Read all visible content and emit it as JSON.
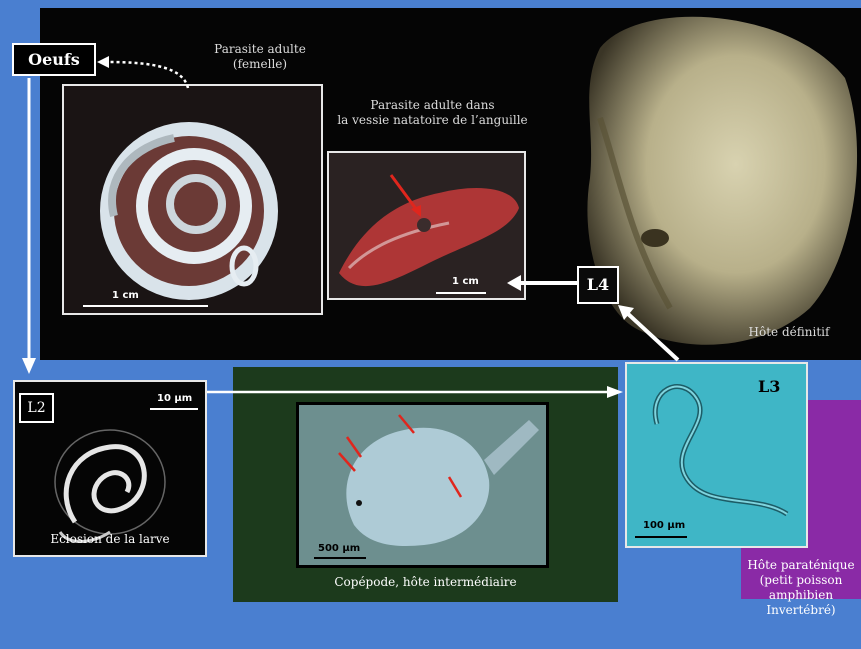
{
  "stages": {
    "oeufs": "Oeufs",
    "l2": "L2",
    "l3": "L3",
    "l4": "L4"
  },
  "captions": {
    "adult_female": [
      "Parasite adulte",
      "(femelle)"
    ],
    "adult_in_eel": [
      "Parasite adulte dans",
      "la vessie natatoire de l’anguille"
    ],
    "definitive_host": "Hôte définitif",
    "larva_hatching": "Eclosion de la larve",
    "copepod": "Copépode, hôte intermédiaire",
    "paratenic_host": [
      "Hôte paraténique",
      "(petit poisson",
      "amphibien",
      "Invertébré)"
    ]
  },
  "scales": {
    "adult_female": "1 cm",
    "adult_in_eel": "1 cm",
    "larva": "10 µm",
    "copepod": "500 µm",
    "l3": "100 µm"
  },
  "colors": {
    "background": "#4a7fd0",
    "black_panel": "#050505",
    "green_panel": "#1c3a1c",
    "purple_panel": "#8a2aa6",
    "arrow_white": "#ffffff",
    "marker_red": "#e0261d"
  }
}
